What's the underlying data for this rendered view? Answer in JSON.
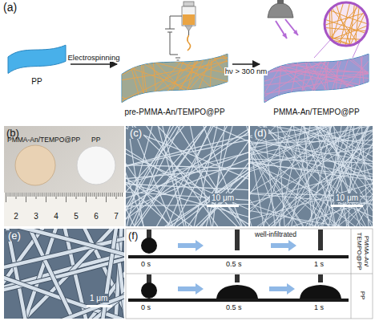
{
  "diagram": {
    "nodes": [
      {
        "text": [
          "PP"
        ]
      },
      {
        "text": [
          "pre-PMMA-An/TEMPO@PP"
        ]
      },
      {
        "text": [
          "PMMA-An/TEMPO@PP"
        ]
      }
    ],
    "edges": [
      {
        "from": 0,
        "to": 1,
        "arrow": "to",
        "label": "Electrospinning"
      },
      {
        "from": 1,
        "to": 2,
        "arrow": "to",
        "label": "hν > 300 nm"
      }
    ],
    "labels": [
      "(a)",
      "(b)",
      "PMMA-An/TEMPO@PP",
      "PP",
      "2",
      "3",
      "4",
      "5",
      "6",
      "7",
      "(c)",
      "10 μm",
      "(d)",
      "10 μm",
      "(e)",
      "1 μm",
      "(f)",
      "0 s",
      "0.5 s",
      "well-infiltrated",
      "1 s",
      "0 s",
      "0.5 s",
      "1 s",
      "PMMA-An/ TEMPO@PP",
      "PP"
    ]
  }
}
